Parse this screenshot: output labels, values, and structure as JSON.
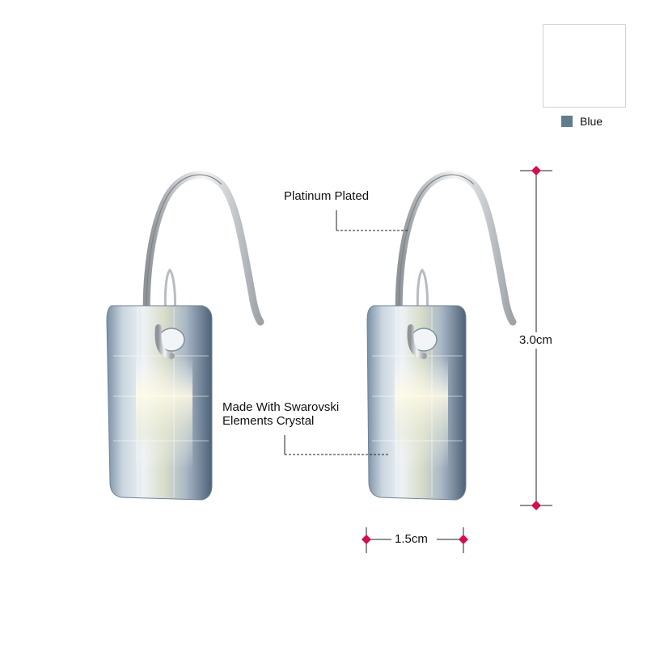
{
  "variant": {
    "swatch_color": "#5f7d8c",
    "swatch_label": "Blue"
  },
  "callouts": {
    "plating": "Platinum Plated",
    "crystal_line1": "Made With Swarovski",
    "crystal_line2": "Elements Crystal"
  },
  "dimensions": {
    "height": "3.0cm",
    "width": "1.5cm"
  },
  "colors": {
    "marker": "#d1104c",
    "line": "#222222",
    "crystal_edge": "#556b80",
    "metal": "#c8cbce"
  }
}
